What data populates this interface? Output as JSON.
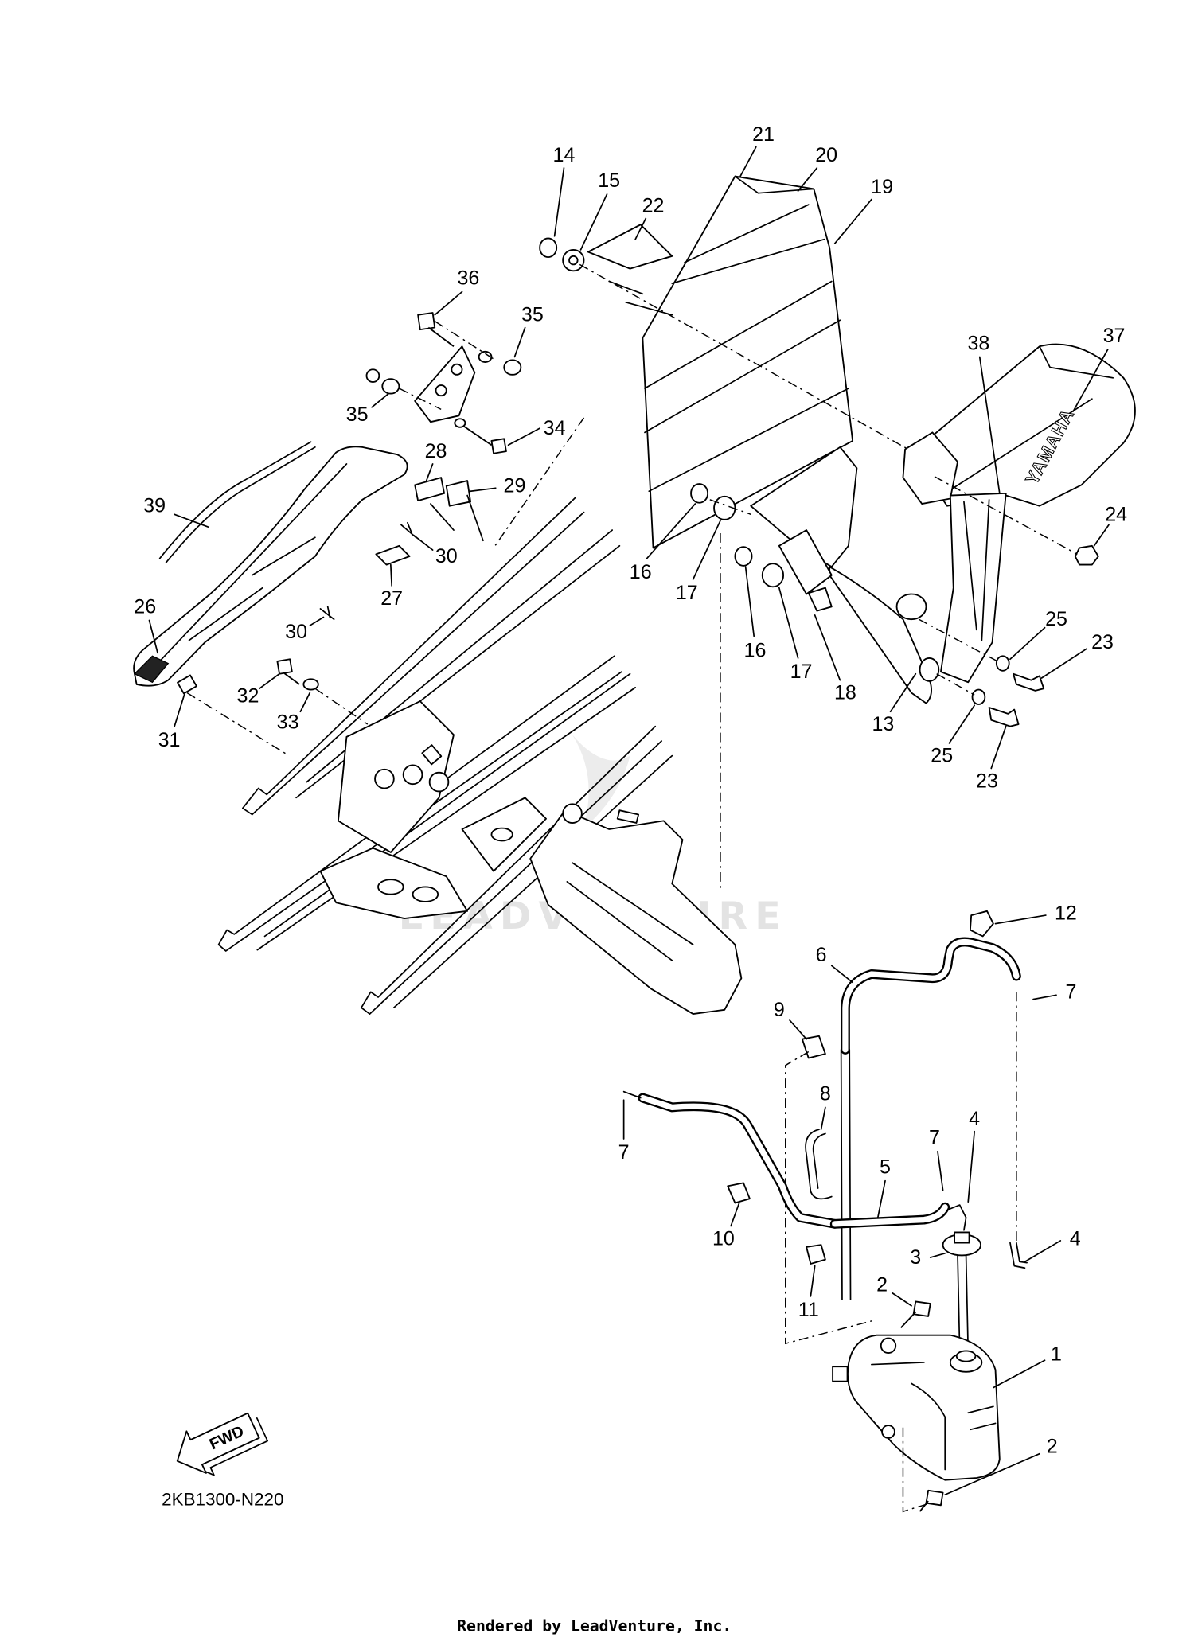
{
  "diagram_code": "2KB1300-N220",
  "footer_credit": "Rendered by LeadVenture, Inc.",
  "watermark_text": "LEADVENTURE",
  "fwd_label": "FWD",
  "brand_logo_text": "YAMAHA",
  "callouts": [
    "21",
    "20",
    "19",
    "14",
    "15",
    "22",
    "36",
    "35",
    "35",
    "34",
    "28",
    "29",
    "39",
    "30",
    "27",
    "26",
    "30",
    "32",
    "33",
    "31",
    "38",
    "37",
    "24",
    "16",
    "17",
    "16",
    "17",
    "18",
    "13",
    "25",
    "23",
    "25",
    "23",
    "12",
    "6",
    "7",
    "9",
    "8",
    "7",
    "7",
    "4",
    "5",
    "10",
    "3",
    "4",
    "2",
    "11",
    "1",
    "2"
  ],
  "colors": {
    "line": "#000000",
    "background": "#ffffff",
    "watermark": "#e3e3e3"
  }
}
